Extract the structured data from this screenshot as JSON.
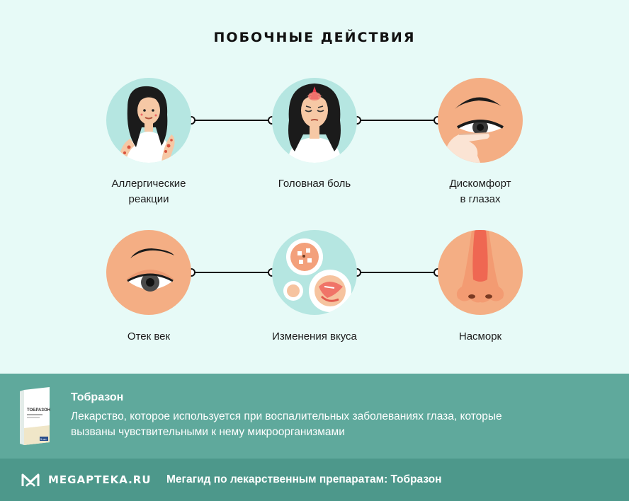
{
  "title": "ПОБОЧНЫЕ ДЕЙСТВИЯ",
  "effects": [
    {
      "lines": [
        "Аллергические",
        "реакции"
      ],
      "icon": "allergy-woman-icon"
    },
    {
      "lines": [
        "Головная боль"
      ],
      "icon": "headache-woman-icon"
    },
    {
      "lines": [
        "Дискомфорт",
        "в глазах"
      ],
      "icon": "eye-discomfort-icon"
    },
    {
      "lines": [
        "Отек век"
      ],
      "icon": "eyelid-swelling-icon"
    },
    {
      "lines": [
        "Изменения вкуса"
      ],
      "icon": "taste-change-food-icon"
    },
    {
      "lines": [
        "Насморк"
      ],
      "icon": "runny-nose-icon"
    }
  ],
  "drug": {
    "name": "Тобразон",
    "description_lines": [
      "Лекарство, которое используется при воспалительных заболеваниях глаза, которые",
      "вызваны чувствительными к нему микроорганизмами"
    ],
    "package_text": "ТОБРАЗОН",
    "package_volume": "5 мл"
  },
  "footer": {
    "logo": "MEGAPTEKA.RU",
    "text": "Мегагид по лекарственным препаратам: Тобразон"
  },
  "colors": {
    "background": "#e7faf7",
    "band": "#5fa99c",
    "footer": "#4d988b",
    "circle_teal": "#b5e6e1",
    "circle_peach": "#f4ae84"
  }
}
